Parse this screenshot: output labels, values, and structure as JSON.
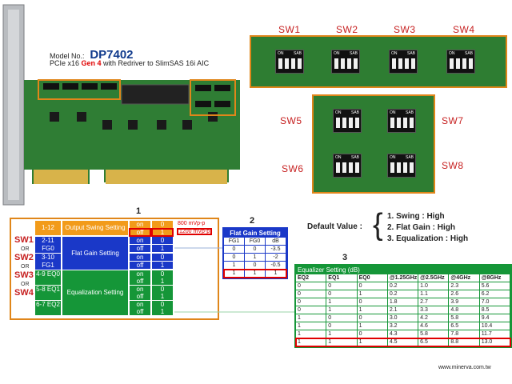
{
  "header": {
    "model_prefix": "Model No.:",
    "model_number": "DP7402",
    "subtitle_pre": "PCIe x16 ",
    "subtitle_gen": "Gen 4",
    "subtitle_post": " with Redriver to SlimSAS 16i AIC"
  },
  "switches_top": [
    "SW1",
    "SW2",
    "SW3",
    "SW4"
  ],
  "switches_mid": [
    "SW5",
    "SW7",
    "SW6",
    "SW8"
  ],
  "dip": {
    "on": "ON",
    "sab": "SAB"
  },
  "settings": {
    "switch_groups": [
      "SW1",
      "OR",
      "SW2",
      "OR",
      "SW3",
      "OR",
      "SW4"
    ],
    "row_1_12": "1-12",
    "output_swing": "Output Swing Setting",
    "flat_gain": "Flat Gain Setting",
    "equalization": "Equalization Setting",
    "pins": [
      "2-11 FG0",
      "3-10 FG1",
      "4-9 EQ0",
      "5-8 EQ1",
      "6-7 EQ2"
    ],
    "values": [
      [
        "on",
        "0"
      ],
      [
        "off",
        "1"
      ],
      [
        "on",
        "0"
      ],
      [
        "off",
        "1"
      ],
      [
        "on",
        "0"
      ],
      [
        "off",
        "1"
      ],
      [
        "on",
        "0"
      ],
      [
        "off",
        "1"
      ],
      [
        "on",
        "0"
      ],
      [
        "off",
        "1"
      ],
      [
        "on",
        "0"
      ],
      [
        "off",
        "1"
      ]
    ],
    "mvp": [
      "800 mVp-p",
      "1200 mVp-p"
    ]
  },
  "num_labels": [
    "1",
    "2",
    "3"
  ],
  "flat_gain_table": {
    "title": "Flat Gain Setting",
    "headers": [
      "FG1",
      "FG0",
      "dB"
    ],
    "rows": [
      [
        "0",
        "0",
        "-3.5"
      ],
      [
        "0",
        "1",
        "-2"
      ],
      [
        "1",
        "0",
        "-0.5"
      ],
      [
        "1",
        "1",
        "1"
      ]
    ]
  },
  "default_value": {
    "label": "Default Value :",
    "items": [
      "1. Swing : High",
      "2. Flat Gain : High",
      "3. Equalization : High"
    ]
  },
  "eq_table": {
    "title": "Equalizer Setting (dB)",
    "headers": [
      "EQ2",
      "EQ1",
      "EQ0",
      "@1.25GHz",
      "@2.5GHz",
      "@4GHz",
      "@8GHz"
    ],
    "rows": [
      [
        "0",
        "0",
        "0",
        "0.2",
        "1.0",
        "2.3",
        "5.6"
      ],
      [
        "0",
        "0",
        "1",
        "0.2",
        "1.1",
        "2.6",
        "6.2"
      ],
      [
        "0",
        "1",
        "0",
        "1.8",
        "2.7",
        "3.9",
        "7.0"
      ],
      [
        "0",
        "1",
        "1",
        "2.1",
        "3.3",
        "4.8",
        "8.5"
      ],
      [
        "1",
        "0",
        "0",
        "3.0",
        "4.2",
        "5.8",
        "9.4"
      ],
      [
        "1",
        "0",
        "1",
        "3.2",
        "4.6",
        "6.5",
        "10.4"
      ],
      [
        "1",
        "1",
        "0",
        "4.3",
        "5.8",
        "7.8",
        "11.7"
      ],
      [
        "1",
        "1",
        "1",
        "4.5",
        "6.5",
        "8.8",
        "13.0"
      ]
    ]
  },
  "footer_url": "www.minerva.com.tw",
  "colors": {
    "accent_orange": "#e0861a",
    "pcb_green": "#2e7d32",
    "red": "#c61f1f",
    "blue": "#1a38c8",
    "green": "#159638"
  }
}
